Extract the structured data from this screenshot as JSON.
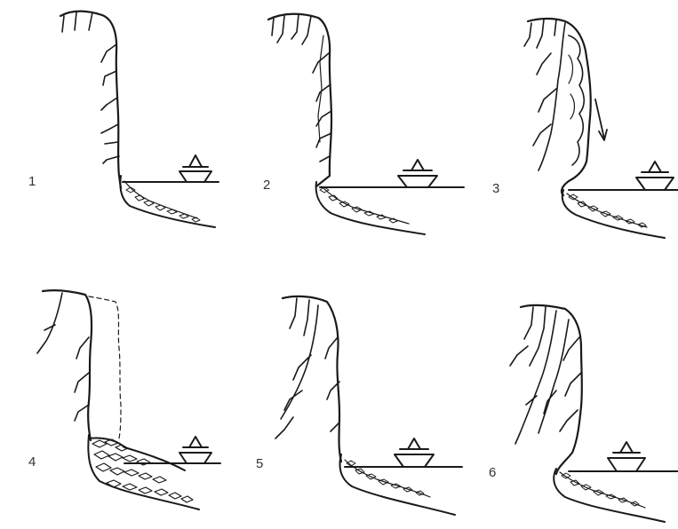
{
  "figure": {
    "panels": [
      {
        "number": "1"
      },
      {
        "number": "2"
      },
      {
        "number": "3"
      },
      {
        "number": "4"
      },
      {
        "number": "5"
      },
      {
        "number": "6"
      }
    ]
  },
  "colors": {
    "ink": "#1a1a1a",
    "background": "#ffffff"
  }
}
